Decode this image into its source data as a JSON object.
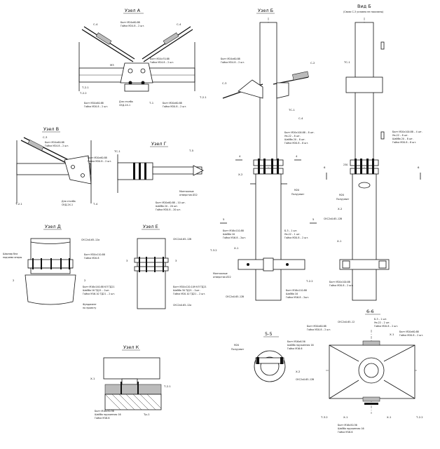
{
  "views": {
    "uzel_a": {
      "title": "Узел А",
      "labels": {
        "c4_left": "С-4",
        "c4_right": "С-4",
        "bolt_top_1": "Болт М24х60.88",
        "nut_top_1": "Гайка М24.8 – 2 шт.",
        "bolt_top_2": "Болт М24х70.88",
        "nut_top_2": "Гайка М24.8 – 2 шт.",
        "m3": "М3",
        "for_pillars": "Для столба",
        "for_pillars_code": "СКД-2Х-1",
        "t21_left": "Т-2.1",
        "t22_left": "Т-2.2",
        "t1": "Т-1",
        "t21_right": "Т-2.1",
        "bolt_bot_1": "Болт М20х60.88",
        "nut_bot_1": "Гайка М20.8 – 2 шт.",
        "bolt_bot_2": "Болт М20х60.88",
        "nut_bot_2": "Гайка М20.8 – 2 шт."
      }
    },
    "uzel_v": {
      "title": "Узел В",
      "labels": {
        "c3": "С-3",
        "bolt_1": "Болт М24х60.88",
        "nut_1": "Гайка М24.8 – 2 шт.",
        "bolt_2": "Болт М20х60.88",
        "nut_2": "Гайка М20.8 – 2 шт.",
        "t21": "Т-2.1",
        "t4": "Т-4",
        "for_pillars": "Для столба",
        "for_pillars_code": "СКД-2Х-1"
      }
    },
    "uzel_g": {
      "title": "Узел Г",
      "labels": {
        "tc1": "ТС-1",
        "t5": "Т-5",
        "weld_mark": "Монтажные",
        "weld_mark_2": "отверстия Ø22",
        "bolt": "Болт М20х60.88 – 10 шт.",
        "washer": "Шайба 20 – 20 шт.",
        "nut": "Гайка М20.8 – 20 шт."
      }
    },
    "uzel_b": {
      "title": "Узел Б",
      "labels": {
        "c2": "С-2",
        "c3": "С-3",
        "tc1": "ТС-1",
        "c4": "С-4",
        "bolt_top": "Болт М24х60.88",
        "nut_top": "Гайка М24.8 – 2 шт.",
        "bolt_mid": "Болт М20х100.88 – 8 шт.",
        "nut_mid_1": "Ум-22 – 8 шт.",
        "washer_mid": "Шайба 20 – 8 шт.",
        "nut_mid_2": "Гайка М20.8 – 8 шт.",
        "x2": "Х-2",
        "m20": "М20",
        "m20_sub": "Полуухват",
        "x1": "Х-1",
        "bolt_m16": "Болт М16х110.88",
        "washer_m16": "Шайба 16",
        "nut_m16": "Гайка М16.8 – 2шт.",
        "mount_holes": "Монтажные",
        "mount_holes_2": "отверстия Ø22",
        "skd_lower": "СКС2х0.65–12б",
        "b3": "Б-3 – 1 шт.",
        "um22": "Ум-22 – 1 шт.",
        "nut_b": "Гайка М20.8 – 2 шт.",
        "bolt_lower": "Болт М16х110.88",
        "washer_lower": "Шайба 16",
        "nut_lower": "Гайка М16.8 – 2шт.",
        "t32": "Т-3.2",
        "t22": "Т-2.2",
        "sec4": "4",
        "sec5": "5"
      }
    },
    "vid_b": {
      "title": "Вид Б",
      "subtitle": "(Связи С-3 условно не показаны)",
      "labels": {
        "tc1": "ТС-1",
        "bolt": "Болт М20х100.88 – 4 шт.",
        "um22": "Ум-22 – 8 шт.",
        "washer": "Шайба 20 – 8 шт.",
        "nut": "Гайка М20.8 – 8 шт.",
        "m20": "М20",
        "m20_sub": "Полуухват",
        "x2": "Х-2",
        "skd": "СКС2х0.65–12б",
        "x1": "Х-1",
        "bolt_low": "Болт М20х100.88",
        "nut_low": "Гайка М20.8 – 2 шт.",
        "sec6": "6",
        "dim": "230"
      }
    },
    "uzel_d": {
      "title": "Узел Д",
      "labels": {
        "shelf": "Шарнир бла",
        "shelf_2": "подъема опоры",
        "skd": "СКС2х0.65–12а",
        "bolt_1": "Болт М20х110.88",
        "nut_1": "Гайка М20.8",
        "bolt_2": "Болт М16х140.88 КЛ ТД21",
        "washer_2": "Шайба 16 ТД21 – 2шт.",
        "nut_2": "Гайка М16.10 ТД21 – 2 шт.",
        "foundation": "Фундамент",
        "foundation_2": "по проекту",
        "sec2": "2"
      }
    },
    "uzel_e": {
      "title": "Узел Е",
      "labels": {
        "skd_top": "СКС2х0.65–12б",
        "bolt": "Болт М20х120.109 КЛ ТД21",
        "washer": "Шайба 30 ТД21 – 2шт.",
        "nut": "Гайка М20.10 ТД21 – 2 шт.",
        "skd_bot": "СКС2х0.65–12а",
        "sec3": "3"
      }
    },
    "uzel_k": {
      "title": "Узел К",
      "labels": {
        "x1": "Х-1",
        "t21": "Т-2.1",
        "bolt": "Болт М16х50.56",
        "washer": "Шайба пружинная 16",
        "nut": "Гайка М16.6",
        "tp1": "Тр-1"
      }
    },
    "section_5": {
      "title": "5-5",
      "labels": {
        "m20": "М20",
        "m20_sub": "Полуухват",
        "bolt": "Болт М16х6.56",
        "washer": "Шайба пружинная 16",
        "nut": "Гайка М16.6",
        "x2": "Х-2",
        "skd": "СКС2х0.65–12б"
      }
    },
    "section_6": {
      "title": "6-6",
      "labels": {
        "b3": "Б-3 – 1 шт.",
        "um22": "Ум-22 – 2 шт.",
        "nut_top": "Гайка М20.8 – 2 шт.",
        "bolt_l": "Болт М20х60.88",
        "nut_l": "Гайка М20.8 – 2 шт.",
        "skd": "СКС2х0.65–12",
        "x1_top": "Х-1",
        "bolt_r": "Болт М20х60.88",
        "nut_r": "Гайка М20.8 – 2 шт.",
        "bolt_bot": "Болт М16х50.56",
        "washer_bot": "Шайба пружинная 16",
        "nut_bot": "Гайка М16.6",
        "t32": "Т-3.2",
        "x1_bl": "Х-1",
        "x1_br": "Х-1",
        "t22": "Т-2.2"
      }
    }
  }
}
